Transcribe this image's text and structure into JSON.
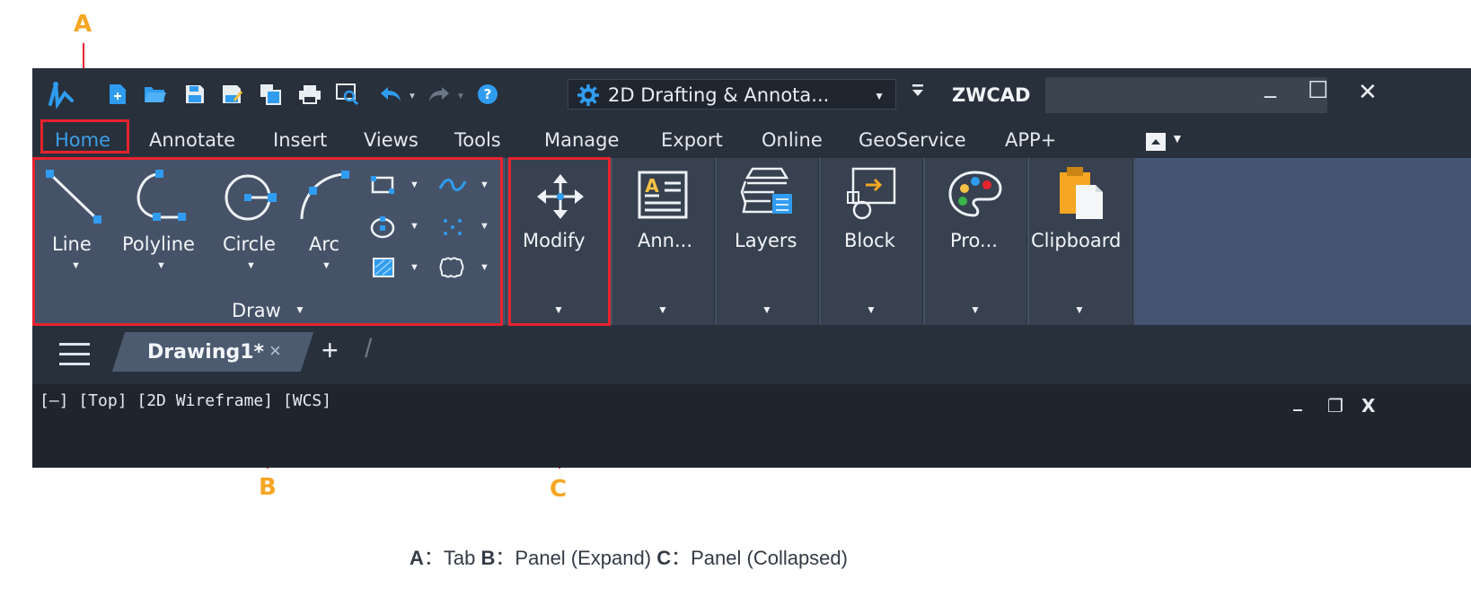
{
  "annotations": {
    "a": "A",
    "b": "B",
    "c": "C"
  },
  "window": {
    "workspace_label": "2D Drafting & Annota...",
    "app_title": "ZWCAD",
    "minimize": "_",
    "maximize": "☐",
    "close": "✕"
  },
  "tabs": [
    {
      "label": "Home",
      "active": true
    },
    {
      "label": "Annotate"
    },
    {
      "label": "Insert"
    },
    {
      "label": "Views"
    },
    {
      "label": "Tools"
    },
    {
      "label": "Manage"
    },
    {
      "label": "Export"
    },
    {
      "label": "Online"
    },
    {
      "label": "GeoService"
    },
    {
      "label": "APP+"
    }
  ],
  "draw_panel": {
    "title": "Draw",
    "tools": [
      {
        "label": "Line"
      },
      {
        "label": "Polyline"
      },
      {
        "label": "Circle"
      },
      {
        "label": "Arc"
      }
    ]
  },
  "panels": [
    {
      "label": "Modify"
    },
    {
      "label": "Ann..."
    },
    {
      "label": "Layers"
    },
    {
      "label": "Block"
    },
    {
      "label": "Pro..."
    },
    {
      "label": "Clipboard"
    }
  ],
  "document": {
    "tab_label": "Drawing1*",
    "close": "×",
    "add": "+",
    "separator": "/"
  },
  "viewport": {
    "label": "[—] [Top] [2D Wireframe] [WCS]",
    "minimize": "_",
    "restore": "❐",
    "close": "X"
  },
  "caption": {
    "a_key": "A",
    "a_text": "Tab",
    "b_key": "B",
    "b_text": "Panel (Expand)",
    "c_key": "C",
    "c_text": "Panel (Collapsed)"
  },
  "colors": {
    "annotation_letter": "#f5a623",
    "annotation_red": "#e8232e",
    "active_tab": "#3c9ee6",
    "icon_blue": "#2f9cf0"
  }
}
